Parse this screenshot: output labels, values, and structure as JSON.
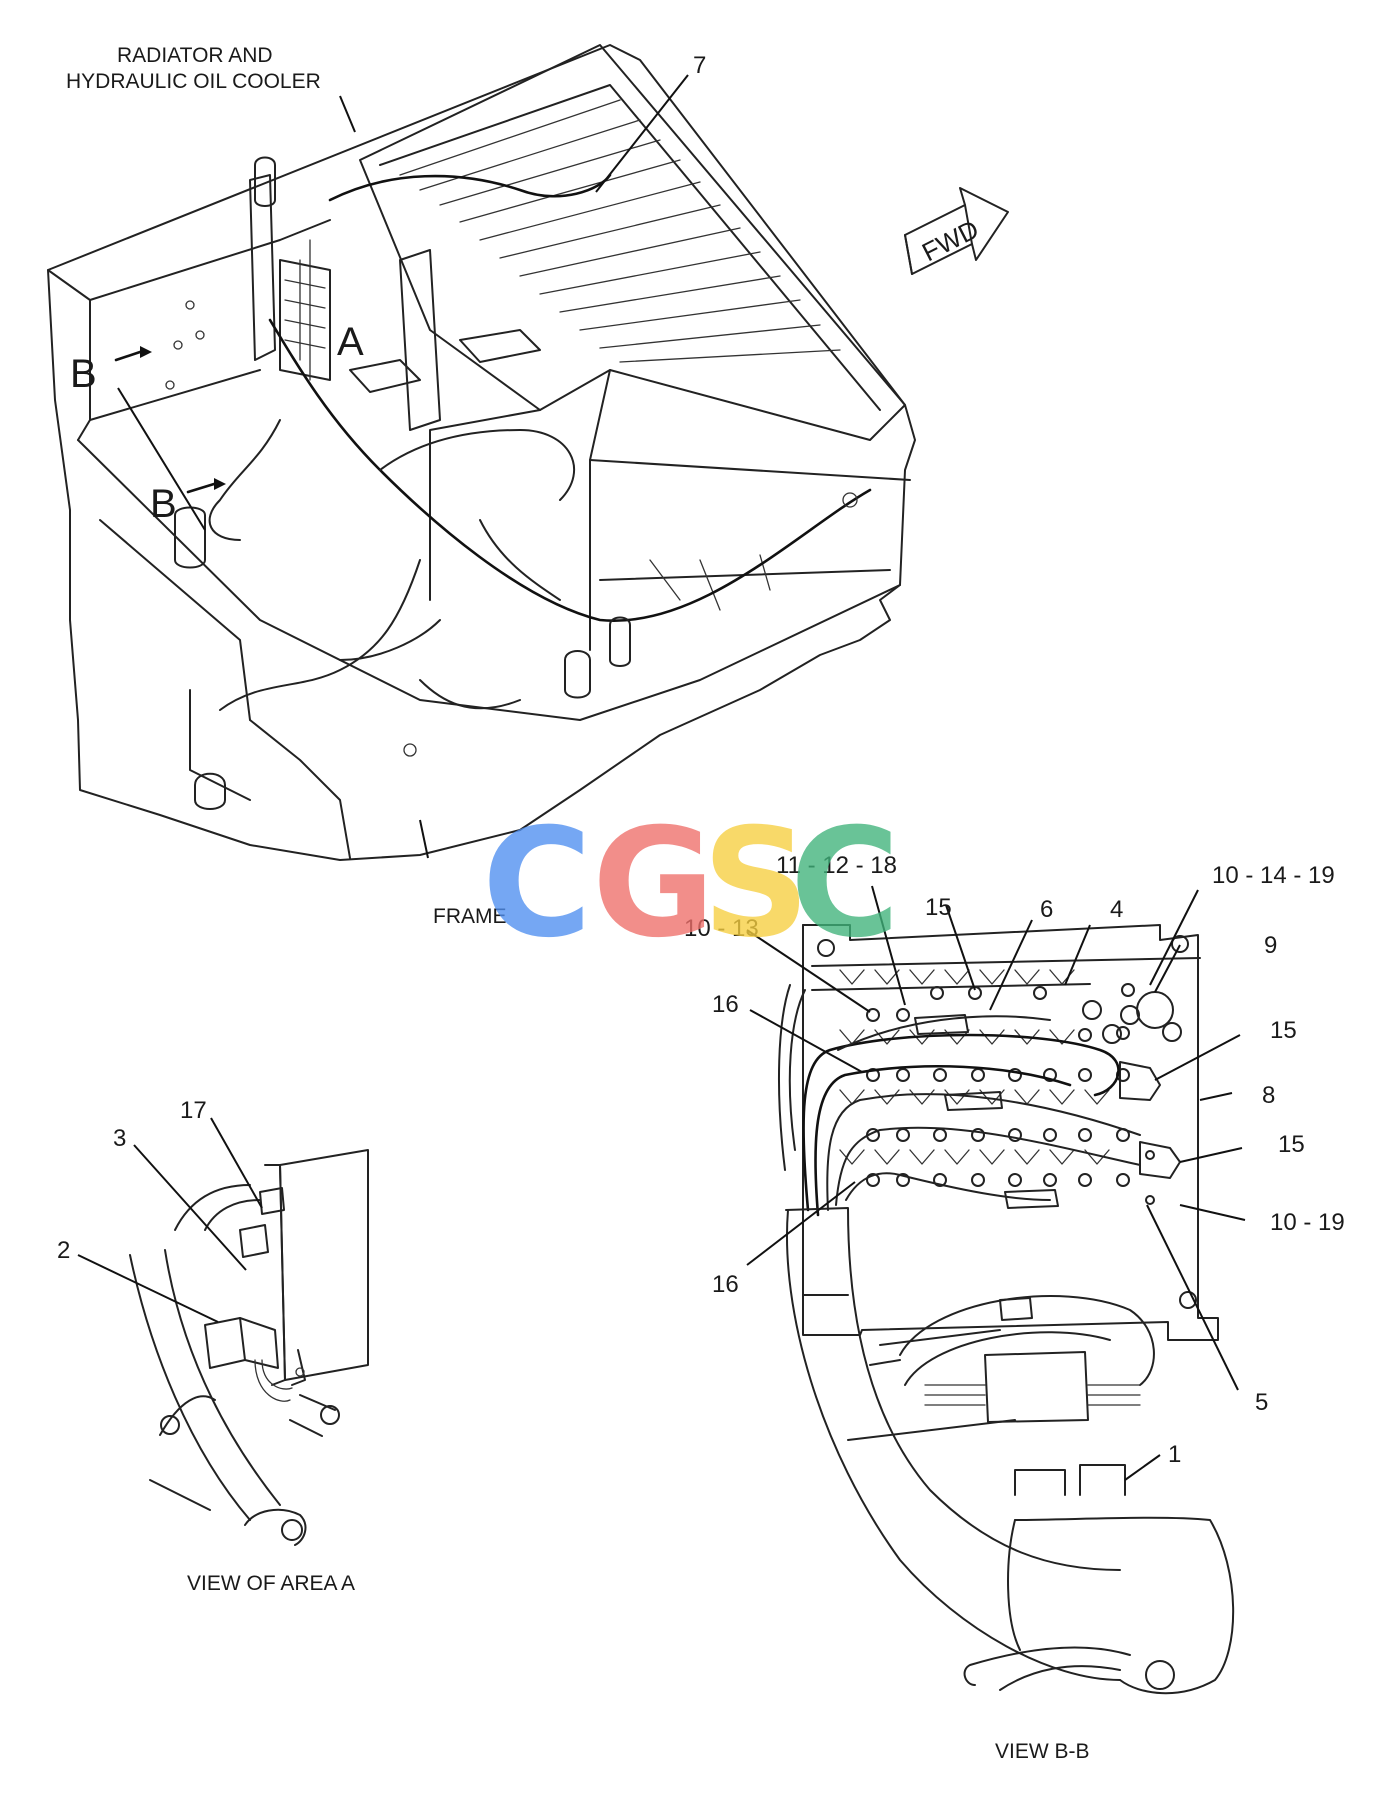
{
  "main_view": {
    "label_radiator": [
      "RADIATOR AND",
      "HYDRAULIC OIL COOLER"
    ],
    "label_frame": "FRAME",
    "fwd_arrow": "FWD",
    "marker_a": "A",
    "marker_b": "B",
    "callout_7": "7"
  },
  "view_area_a": {
    "caption": "VIEW OF AREA A",
    "callouts": [
      "17",
      "3",
      "2"
    ]
  },
  "view_b_b": {
    "caption": "VIEW B-B",
    "callouts": [
      "10 - 14 - 19",
      "11 - 12 - 18",
      "15",
      "6",
      "4",
      "10 - 13",
      "9",
      "16",
      "15",
      "8",
      "15",
      "10 - 19",
      "16",
      "5",
      "1"
    ]
  },
  "watermark": {
    "letters": [
      "C",
      "G",
      "S",
      "C"
    ],
    "colors": [
      "#4f8ff0",
      "#ef6f6a",
      "#f7cf3f",
      "#3fb37a"
    ]
  }
}
